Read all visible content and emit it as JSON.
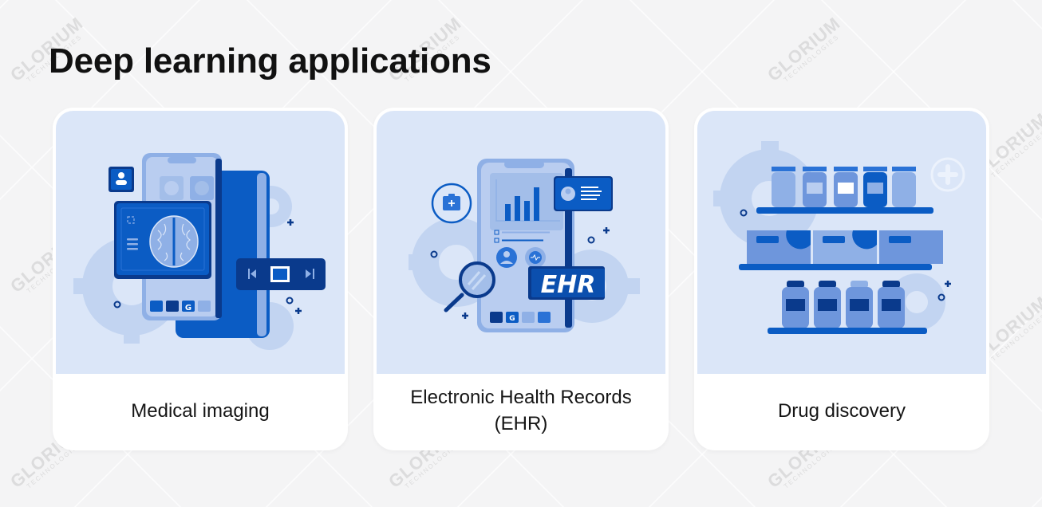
{
  "page": {
    "title": "Deep learning applications",
    "watermark": {
      "brand": "GLORIUM",
      "sub": "TECHNOLOGIES"
    }
  },
  "colors": {
    "card_image_bg": "#dbe6f8",
    "primary_blue": "#0b5cc4",
    "dark_blue": "#0a3a8c",
    "light_blue": "#8fb0e6",
    "pale_blue": "#b9cdf0",
    "gear_blue": "#c2d4f1"
  },
  "cards": [
    {
      "label": "Medical imaging",
      "illustration": "phone-with-brain-scan",
      "icons": [
        "user-icon",
        "brain-scan-icon",
        "media-controls-icon",
        "gear-icon",
        "plus-icon",
        "circle-icon"
      ]
    },
    {
      "label": "Electronic Health Records (EHR)",
      "illustration": "phone-with-ehr",
      "badge_text": "EHR",
      "icons": [
        "medical-folder-icon",
        "bar-chart-icon",
        "profile-card-icon",
        "heartbeat-icon",
        "magnifier-icon",
        "gear-icon"
      ]
    },
    {
      "label": "Drug discovery",
      "illustration": "pharmacy-shelves",
      "icons": [
        "medicine-bottle-icon",
        "medicine-box-icon",
        "plus-circle-icon",
        "gear-icon"
      ]
    }
  ]
}
